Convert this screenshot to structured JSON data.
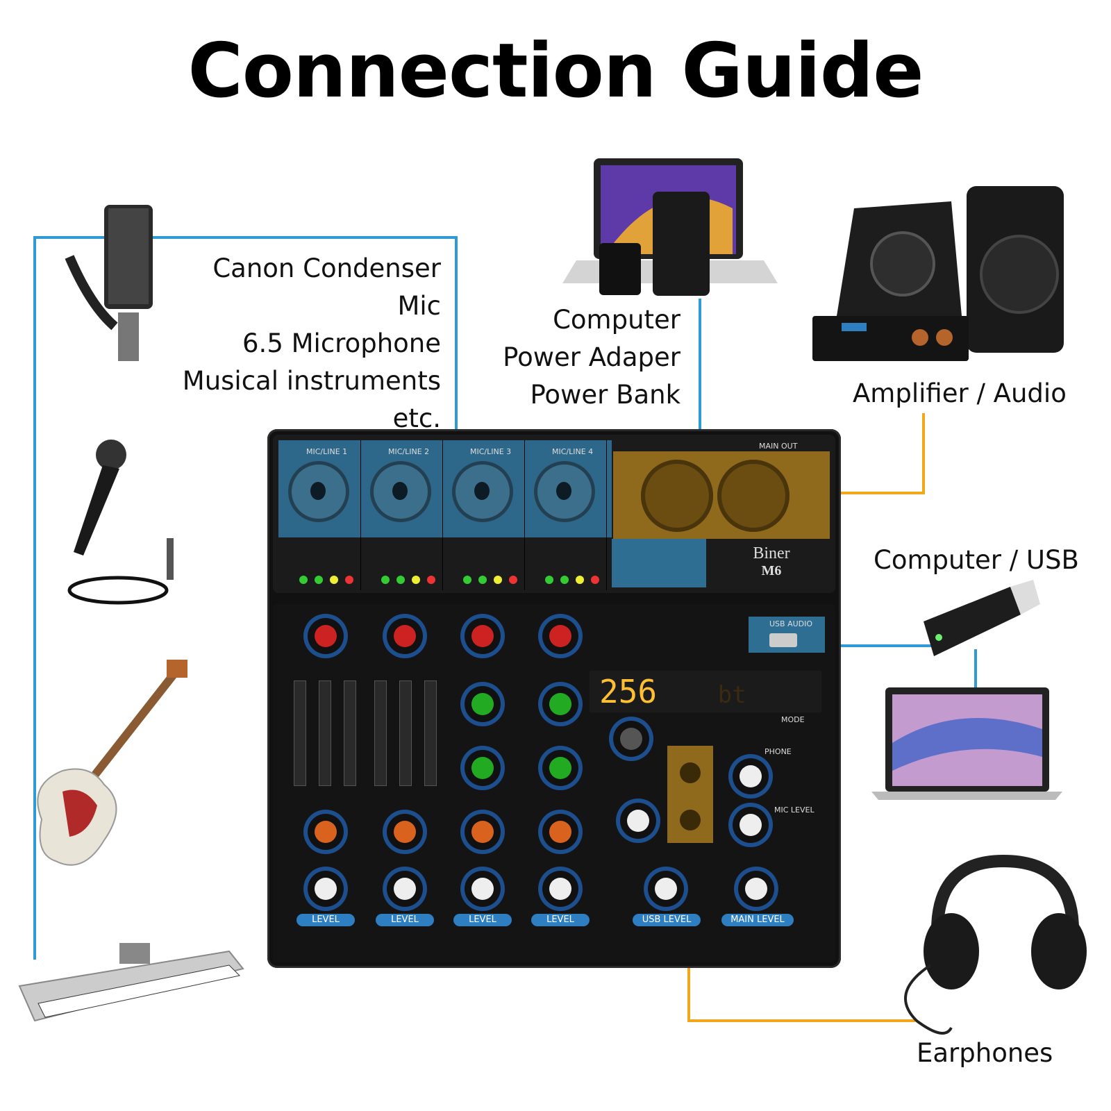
{
  "title": "Connection Guide",
  "labels": {
    "mic_line1": "Canon Condenser Mic",
    "mic_line2": "6.5 Microphone",
    "mic_line3": "Musical instruments",
    "mic_line4": "etc.",
    "power_line1": "Computer",
    "power_line2": "Power Adaper",
    "power_line3": "Power Bank",
    "amp": "Amplifier /  Audio",
    "usb": "Computer /  USB",
    "earphones": "Earphones"
  },
  "mixer": {
    "brand": "Biner",
    "model": "M6",
    "inputs": [
      "MIC/LINE 1",
      "MIC/LINE 2",
      "MIC/LINE 3",
      "MIC/LINE 4"
    ],
    "main_out": "MAIN OUT",
    "display": "256",
    "display_right": "bt",
    "level_buttons": [
      "LEVEL",
      "LEVEL",
      "LEVEL",
      "LEVEL",
      "USB LEVEL",
      "MAIN LEVEL"
    ],
    "usb_audio": "USB AUDIO",
    "phone": "PHONE",
    "mic_level": "MIC LEVEL",
    "mode": "MODE"
  },
  "colors": {
    "blue_line": "#2e9ad6",
    "orange_line": "#f0a81a",
    "panel_blue": "#2f6e93",
    "panel_gold": "#8f6a1c"
  }
}
